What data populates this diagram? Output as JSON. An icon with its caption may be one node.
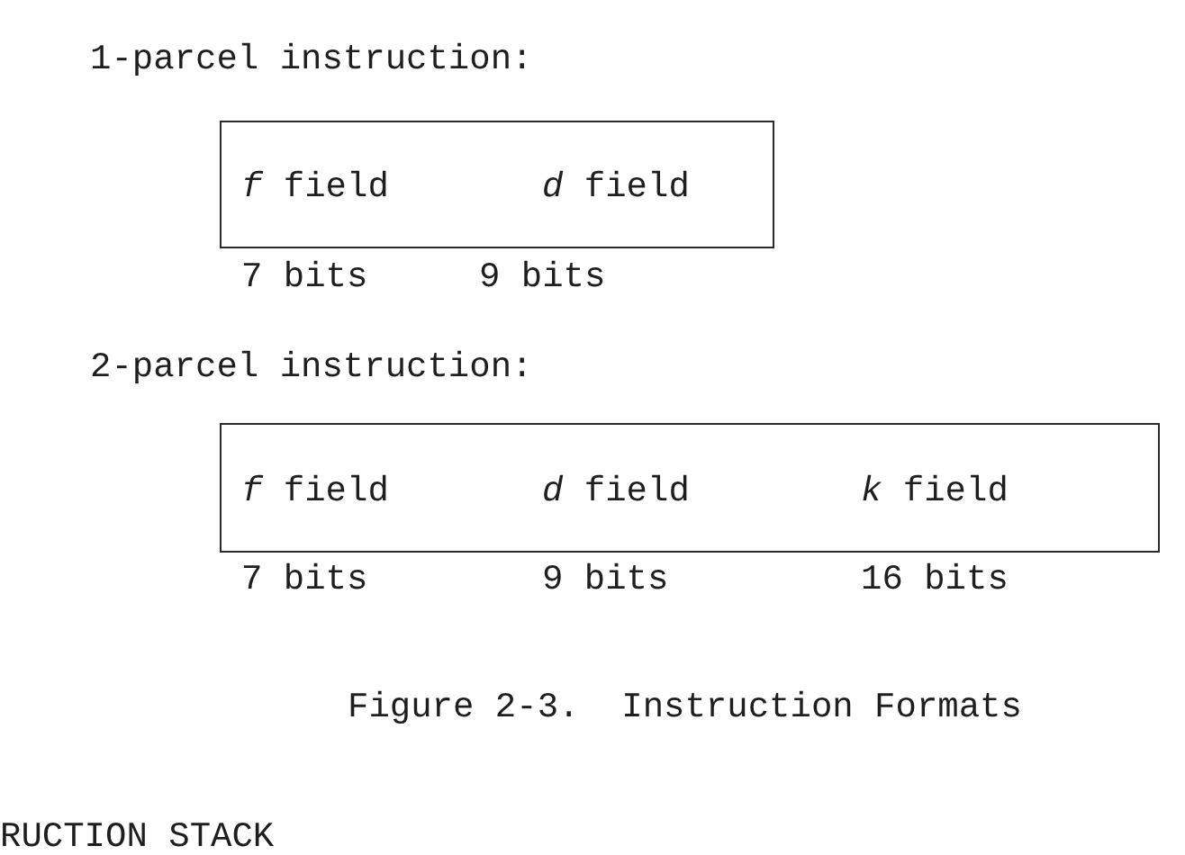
{
  "diagram": {
    "caption": "Figure 2-3.  Instruction Formats",
    "nodes": [
      {
        "text": [
          "*f* field",
          "*d* field"
        ],
        "beside": [
          "7 bits",
          "9 bits"
        ]
      },
      {
        "text": [
          "*f* field",
          "*d* field",
          "*k* field"
        ],
        "beside": [
          "7 bits",
          "9 bits",
          "16 bits"
        ]
      }
    ],
    "labels": [
      "1-parcel instruction:",
      "2-parcel instruction:",
      "RUCTION STACK"
    ]
  }
}
